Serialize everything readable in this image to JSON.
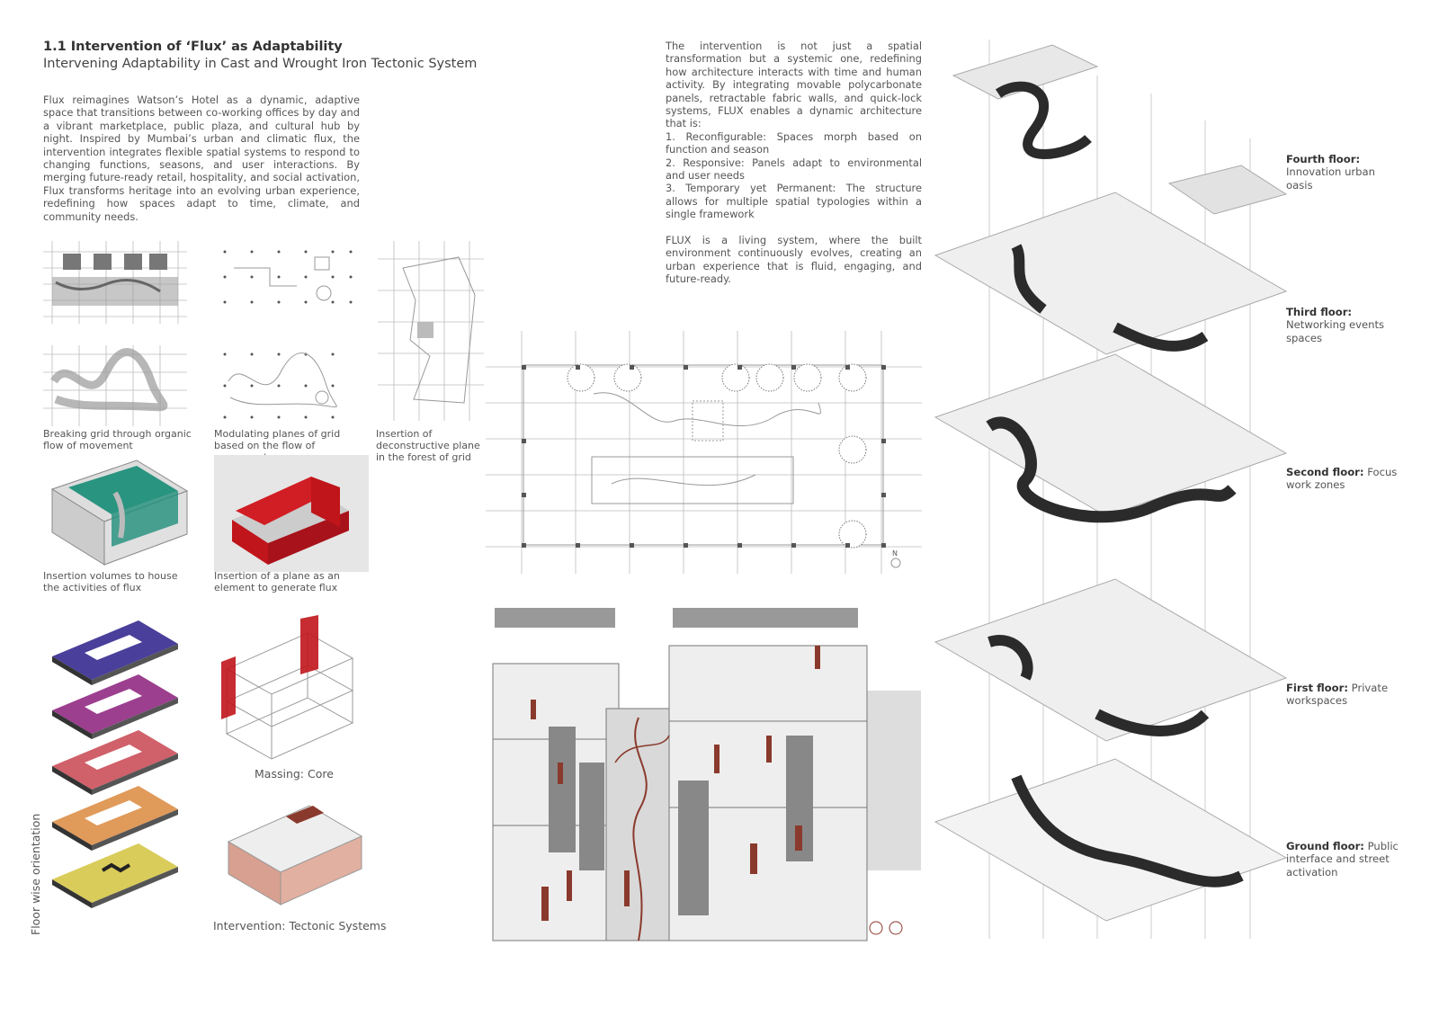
{
  "header": {
    "title": "1.1 Intervention of ‘Flux’ as Adaptability",
    "subtitle": "Intervening Adaptability in Cast and Wrought Iron Tectonic System"
  },
  "intro": {
    "paragraph": "Flux reimagines Watson’s Hotel as a dynamic, adaptive space that transitions between co-working offices by day and a vibrant marketplace, public plaza, and cultural hub by night. Inspired by Mumbai’s urban and climatic flux, the intervention integrates flexible spatial systems to respond to changing functions, seasons, and user interactions. By merging future-ready retail, hospitality, and social activation, Flux transforms heritage into an evolving urban experience, redefining how spaces adapt to time, climate, and community needs."
  },
  "systemic": {
    "paragraph": "The intervention is not just a spatial transformation but a systemic one, redefining how architecture interacts with time and human activity. By integrating movable polycarbonate panels, retractable fabric walls, and quick-lock systems, FLUX enables a dynamic architecture that is:",
    "list": [
      "1. Reconfigurable: Spaces morph based on function and season",
      "2. Responsive: Panels adapt to environmental and user needs",
      "3. Temporary yet Permanent: The structure allows for multiple spatial typologies within a single framework"
    ],
    "closing": "FLUX is a living system, where the built environment continuously evolves, creating an urban experience that is fluid, engaging, and future-ready."
  },
  "diagram_captions": {
    "breaking_grid": "Breaking grid through organic flow of movement",
    "modulating_planes": "Modulating planes of grid based on the flow of movement",
    "deconstructive_plane": "Insertion of deconstructive plane in the forest of grid",
    "insertion_volumes": "Insertion volumes to house the activities of flux",
    "insertion_plane": "Insertion of a plane as an element to generate flux",
    "massing_core": "Massing: Core",
    "tectonic": "Intervention: Tectonic Systems",
    "floor_orientation": "Floor wise orientation"
  },
  "plan": {
    "north": "N"
  },
  "floors": [
    {
      "name": "Fourth floor:",
      "desc": "Innovation urban oasis"
    },
    {
      "name": "Third floor:",
      "desc": "Networking events spaces"
    },
    {
      "name": "Second floor:",
      "desc": "Focus work zones"
    },
    {
      "name": "First floor:",
      "desc": "Private workspaces"
    },
    {
      "name": "Ground floor:",
      "desc": "Public interface and street activation"
    }
  ],
  "colors": {
    "teal": "#1f8f7a",
    "red": "#c0151b",
    "dark": "#2b2b2b",
    "figure": "#8a3a2c",
    "floor_purple": "#4a3f9a",
    "floor_magenta": "#9c3f8f",
    "floor_pink": "#d0606a",
    "floor_orange": "#e09a5a",
    "floor_yellow": "#d9cc5a"
  }
}
